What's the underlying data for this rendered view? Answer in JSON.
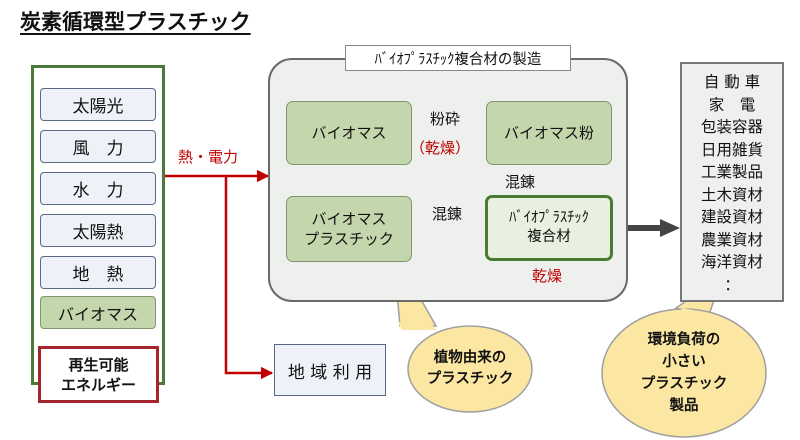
{
  "title": "炭素循環型プラスチック",
  "energy": {
    "sources": [
      "太陽光",
      "風　力",
      "水　力",
      "太陽熱",
      "地　熱",
      "バイオマス"
    ],
    "label_line1": "再生可能",
    "label_line2": "エネルギー"
  },
  "heat_power_label": "熱・電力",
  "process": {
    "title": "ﾊﾞｲｵﾌﾟﾗｽﾁｯｸ複合材の製造",
    "biomass": "バイオマス",
    "biomass_powder": "バイオマス粉",
    "bioplastic_line1": "バイオマス",
    "bioplastic_line2": "プラスチック",
    "composite_line1": "ﾊﾞｲｵﾌﾟﾗｽﾁｯｸ",
    "composite_line2": "複合材",
    "crush_label": "粉砕",
    "dry_label_paren": "（乾燥）",
    "knead_label_1": "混錬",
    "knead_label_2": "混錬",
    "dry_label": "乾燥"
  },
  "products": [
    "自 動 車",
    "家　電",
    "包装容器",
    "日用雑貨",
    "工業製品",
    "土木資材",
    "建設資材",
    "農業資材",
    "海洋資材",
    "："
  ],
  "local_use": "地 域 利 用",
  "callout_plant": {
    "line1": "植物由来の",
    "line2": "プラスチック"
  },
  "callout_low_impact": {
    "line1": "環境負荷の",
    "line2": "小さい",
    "line3": "プラスチック",
    "line4": "製品"
  },
  "colors": {
    "green_fill": "#c4d6ac",
    "green_border": "#4a7a3a",
    "red_accent": "#c00000",
    "callout_fill": "#fbe6a2",
    "source_fill": "#eef2f8"
  }
}
